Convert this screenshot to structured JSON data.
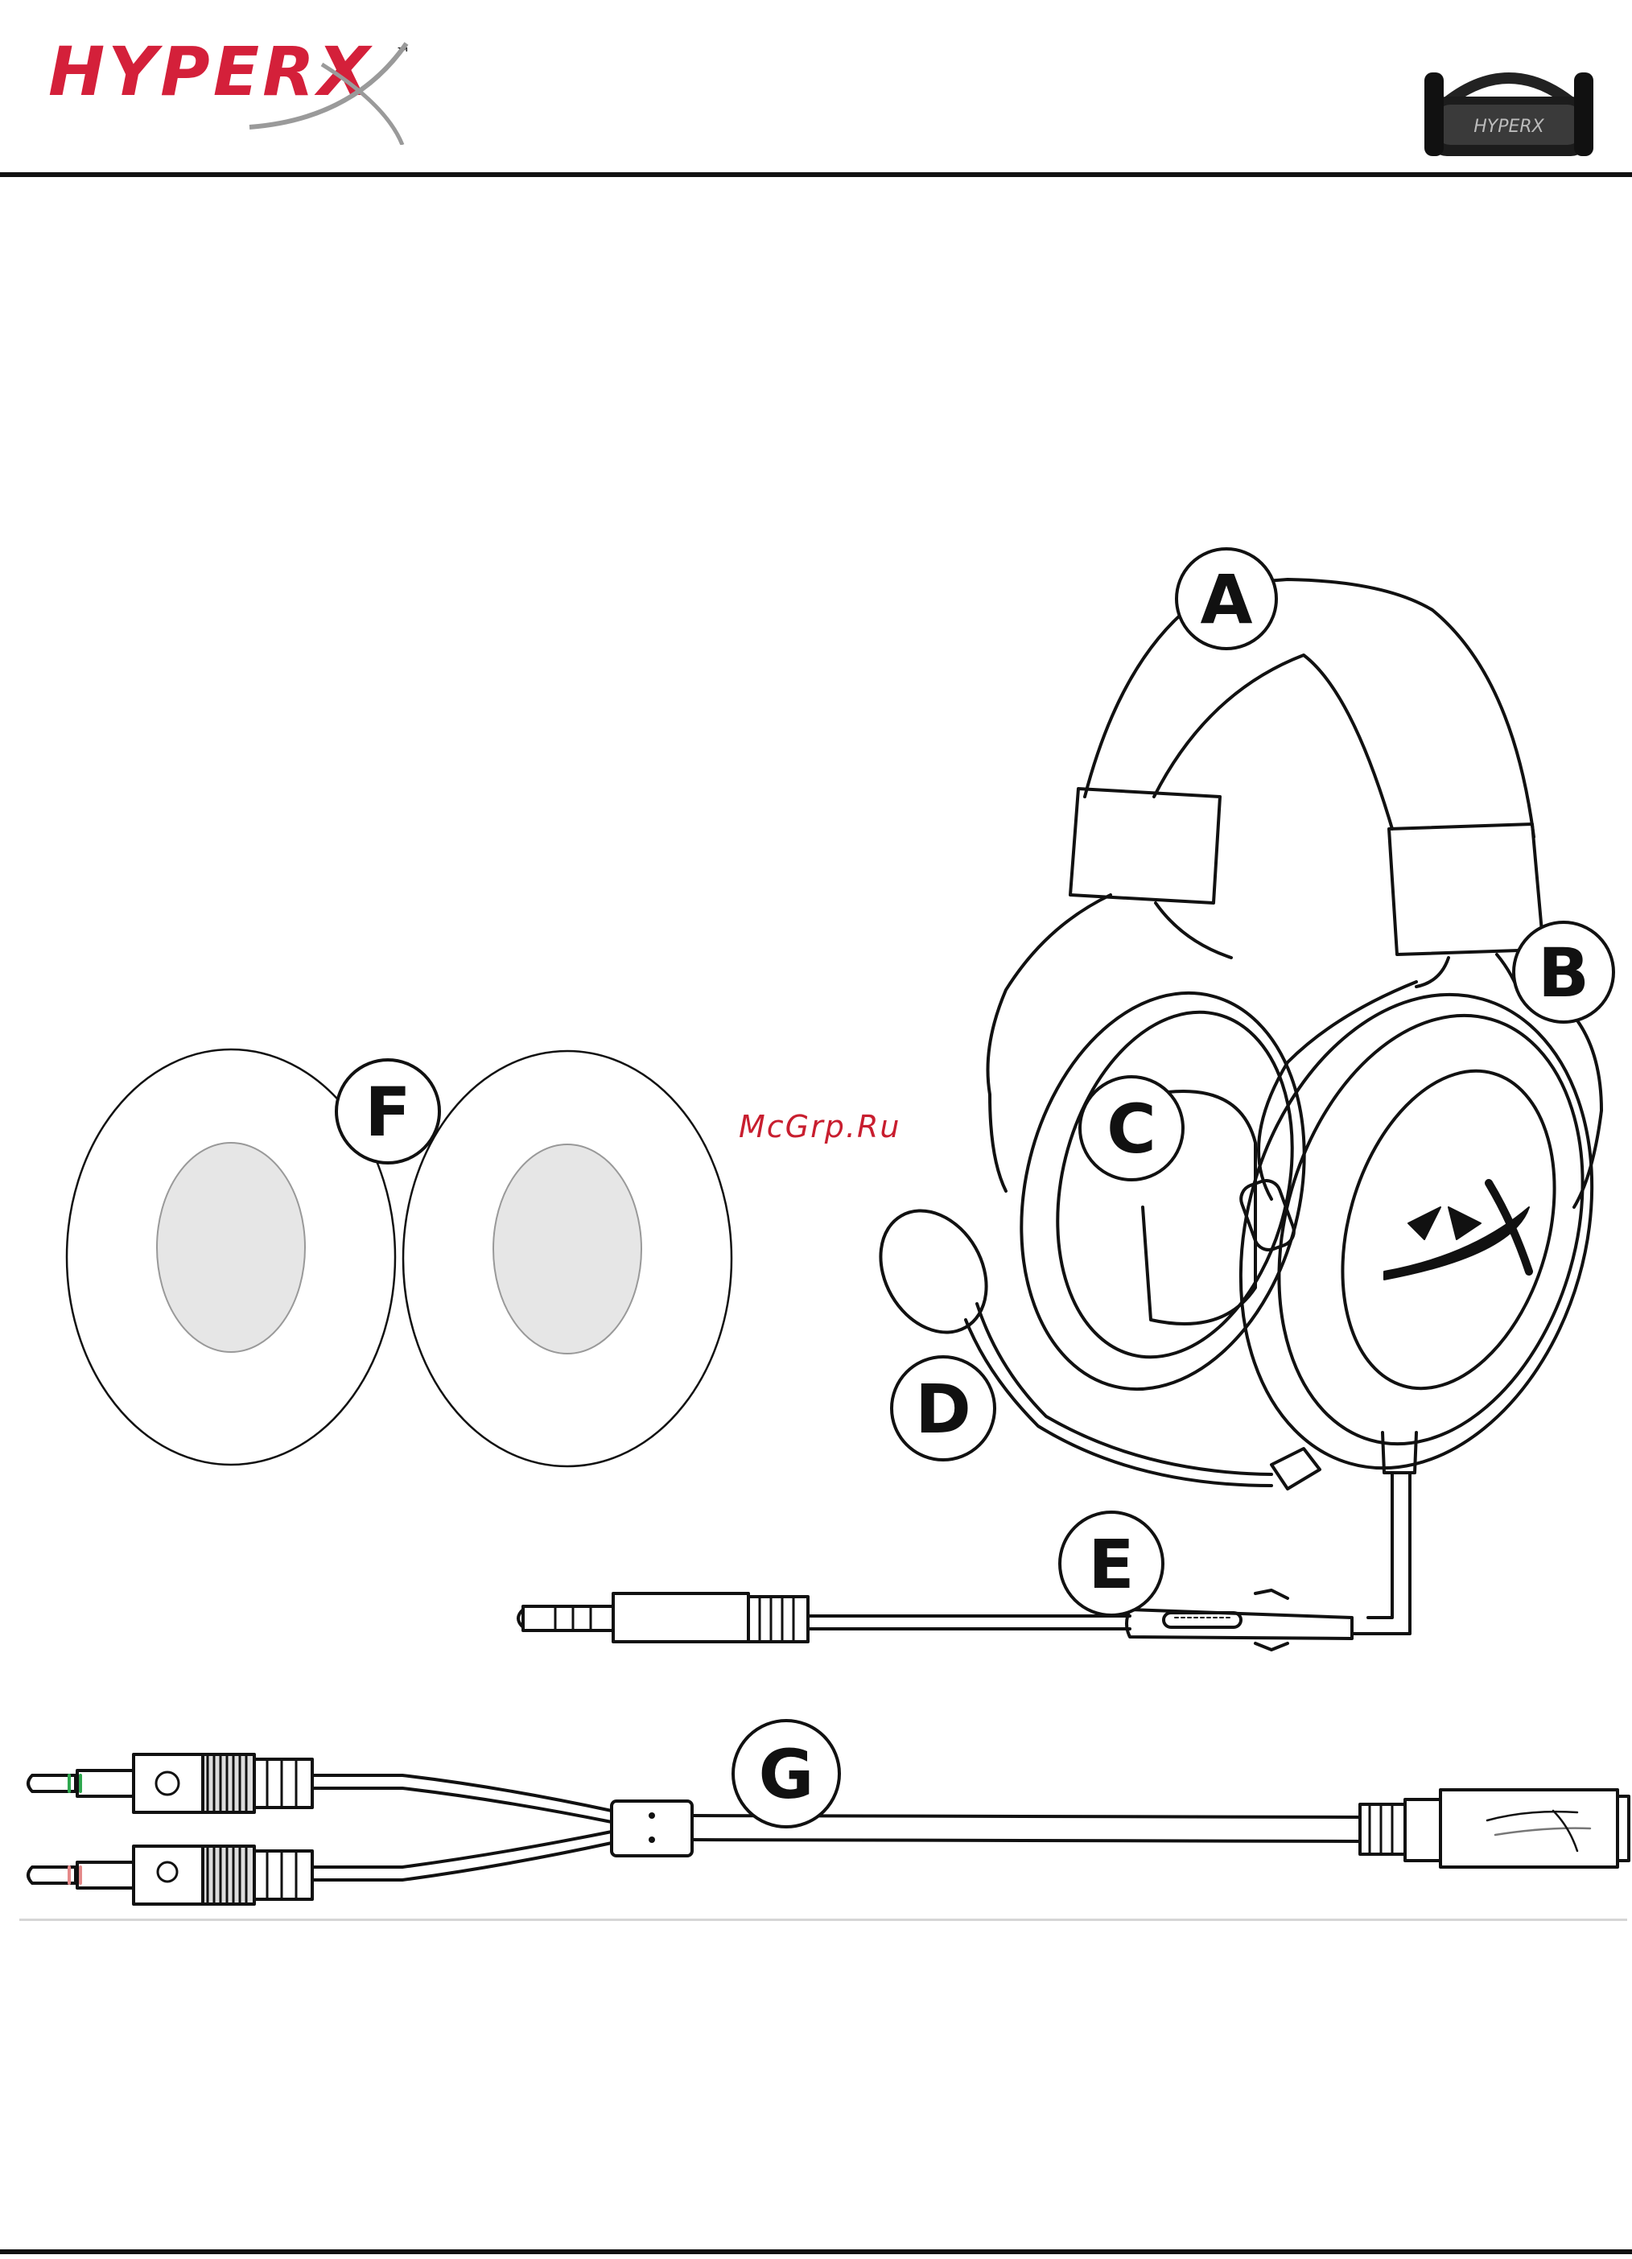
{
  "header": {
    "brand": "HYPERX",
    "trademark": "™",
    "thumbnail_logo": "HYPERX"
  },
  "watermark": "McGrp.Ru",
  "callouts": {
    "a": "A",
    "b": "B",
    "c": "C",
    "d": "D",
    "e": "E",
    "f": "F",
    "g": "G"
  },
  "icons": {
    "headset": "headset-icon",
    "earcups": "earcup-cushion-icon",
    "cable": "audio-cable-icon",
    "splitter": "splitter-cable-icon"
  },
  "colors": {
    "brand_red": "#d4203a",
    "line": "#111111",
    "cushion_fill": "#e6e6e6",
    "jack_green": "#2fa84f",
    "jack_pink": "#e58a8a"
  }
}
